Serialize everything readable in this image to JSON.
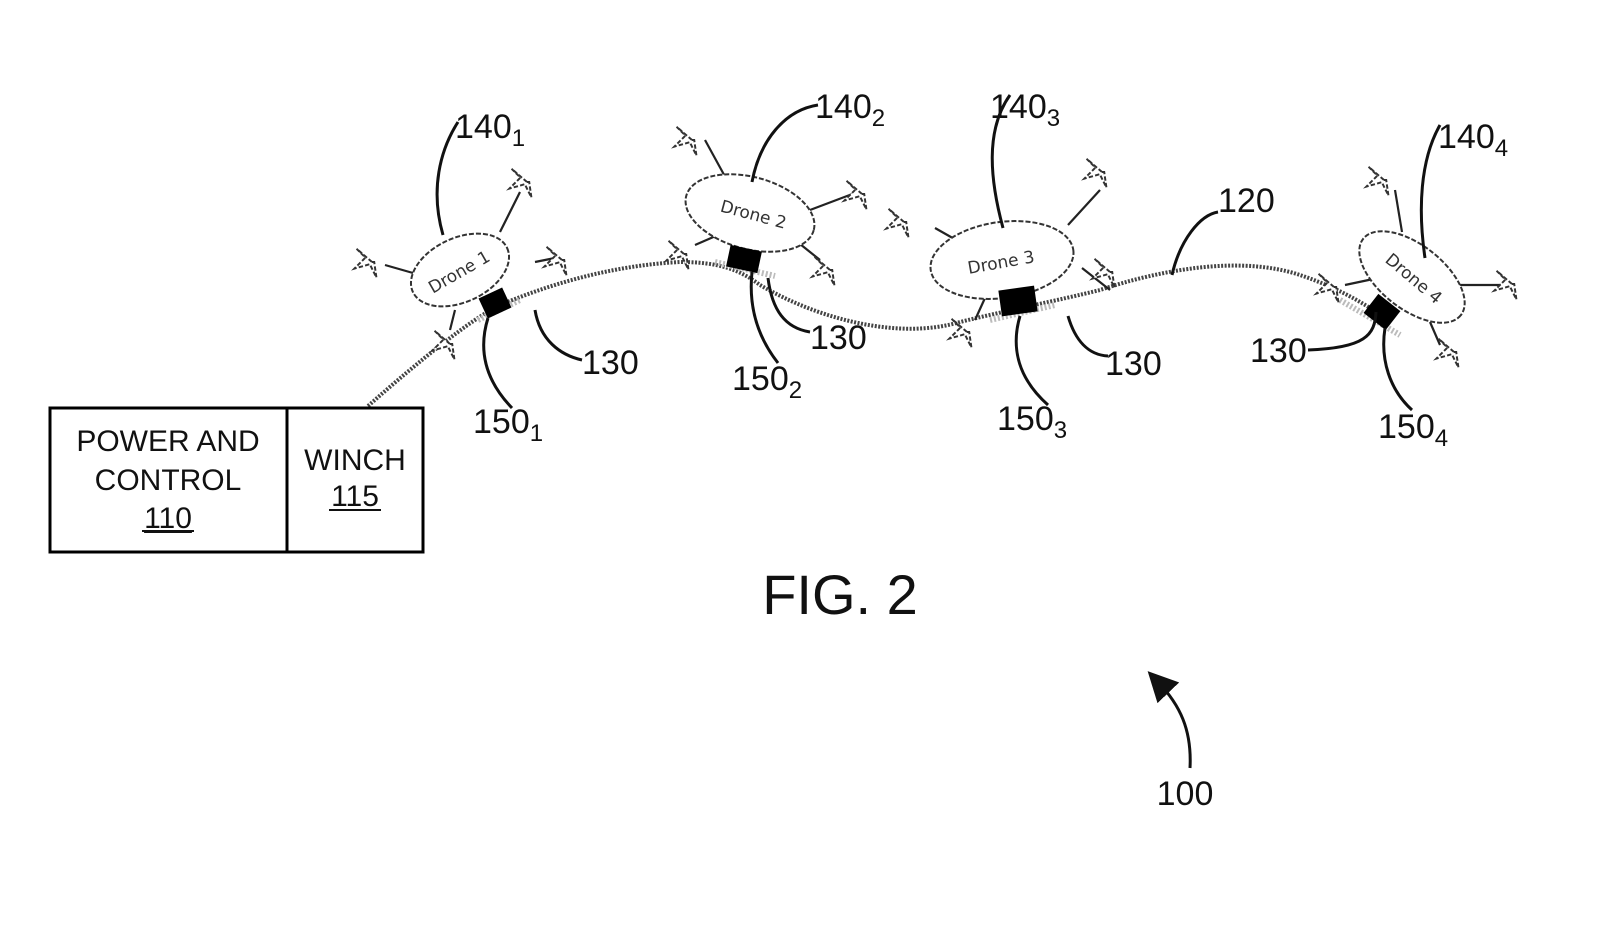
{
  "figure": {
    "title": "FIG. 2",
    "system_ref": "100",
    "tether_ref": "120"
  },
  "ground_station": {
    "power_control": {
      "line1": "POWER AND",
      "line2": "CONTROL",
      "ref": "110"
    },
    "winch": {
      "line1": "WINCH",
      "ref": "115"
    }
  },
  "drones": [
    {
      "label": "Drone 1",
      "drone_ref": "140",
      "drone_sub": "1",
      "clamp_ref": "150",
      "clamp_sub": "1",
      "tether_point_ref": "130"
    },
    {
      "label": "Drone 2",
      "drone_ref": "140",
      "drone_sub": "2",
      "clamp_ref": "150",
      "clamp_sub": "2",
      "tether_point_ref": "130"
    },
    {
      "label": "Drone 3",
      "drone_ref": "140",
      "drone_sub": "3",
      "clamp_ref": "150",
      "clamp_sub": "3",
      "tether_point_ref": "130"
    },
    {
      "label": "Drone 4",
      "drone_ref": "140",
      "drone_sub": "4",
      "clamp_ref": "150",
      "clamp_sub": "4",
      "tether_point_ref": "130"
    }
  ]
}
